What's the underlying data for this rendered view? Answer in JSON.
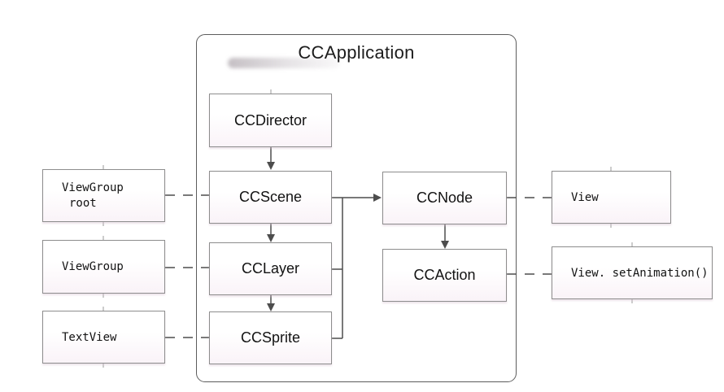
{
  "diagram": {
    "title": "CCApplication",
    "colors": {
      "container_border": "#5c5c5c",
      "box_border": "#8d8d8d",
      "box_tint_bottom": "#faf3f8",
      "wire": "#4d4d4d",
      "text": "#121212"
    },
    "nodes": {
      "ccapplication": "CCApplication",
      "ccdirector": "CCDirector",
      "ccscene": "CCScene",
      "cclayer": "CCLayer",
      "ccsprite": "CCSprite",
      "ccnode": "CCNode",
      "ccaction": "CCAction",
      "viewgroup_root_line1": "ViewGroup",
      "viewgroup_root_line2": "root",
      "viewgroup": "ViewGroup",
      "textview": "TextView",
      "view": "View",
      "view_setanimation": "View. setAnimation()"
    },
    "edges": [
      {
        "from": "CCDirector",
        "to": "CCScene",
        "type": "arrow-down"
      },
      {
        "from": "CCScene",
        "to": "CCLayer",
        "type": "arrow-down"
      },
      {
        "from": "CCLayer",
        "to": "CCSprite",
        "type": "arrow-down"
      },
      {
        "from": "CCScene",
        "to": "CCNode",
        "type": "arrow-right"
      },
      {
        "from": "CCNode",
        "to": "CCAction",
        "type": "arrow-down"
      },
      {
        "from": "CCLayer",
        "to": "CCNode",
        "type": "elbow-rail"
      },
      {
        "from": "CCSprite",
        "to": "CCNode",
        "type": "elbow-rail"
      },
      {
        "from": "ViewGroup root",
        "to": "CCScene",
        "type": "dashed"
      },
      {
        "from": "ViewGroup",
        "to": "CCLayer",
        "type": "dashed"
      },
      {
        "from": "TextView",
        "to": "CCSprite",
        "type": "dashed"
      },
      {
        "from": "CCNode",
        "to": "View",
        "type": "dashed"
      },
      {
        "from": "CCAction",
        "to": "View. setAnimation()",
        "type": "dashed"
      }
    ]
  }
}
